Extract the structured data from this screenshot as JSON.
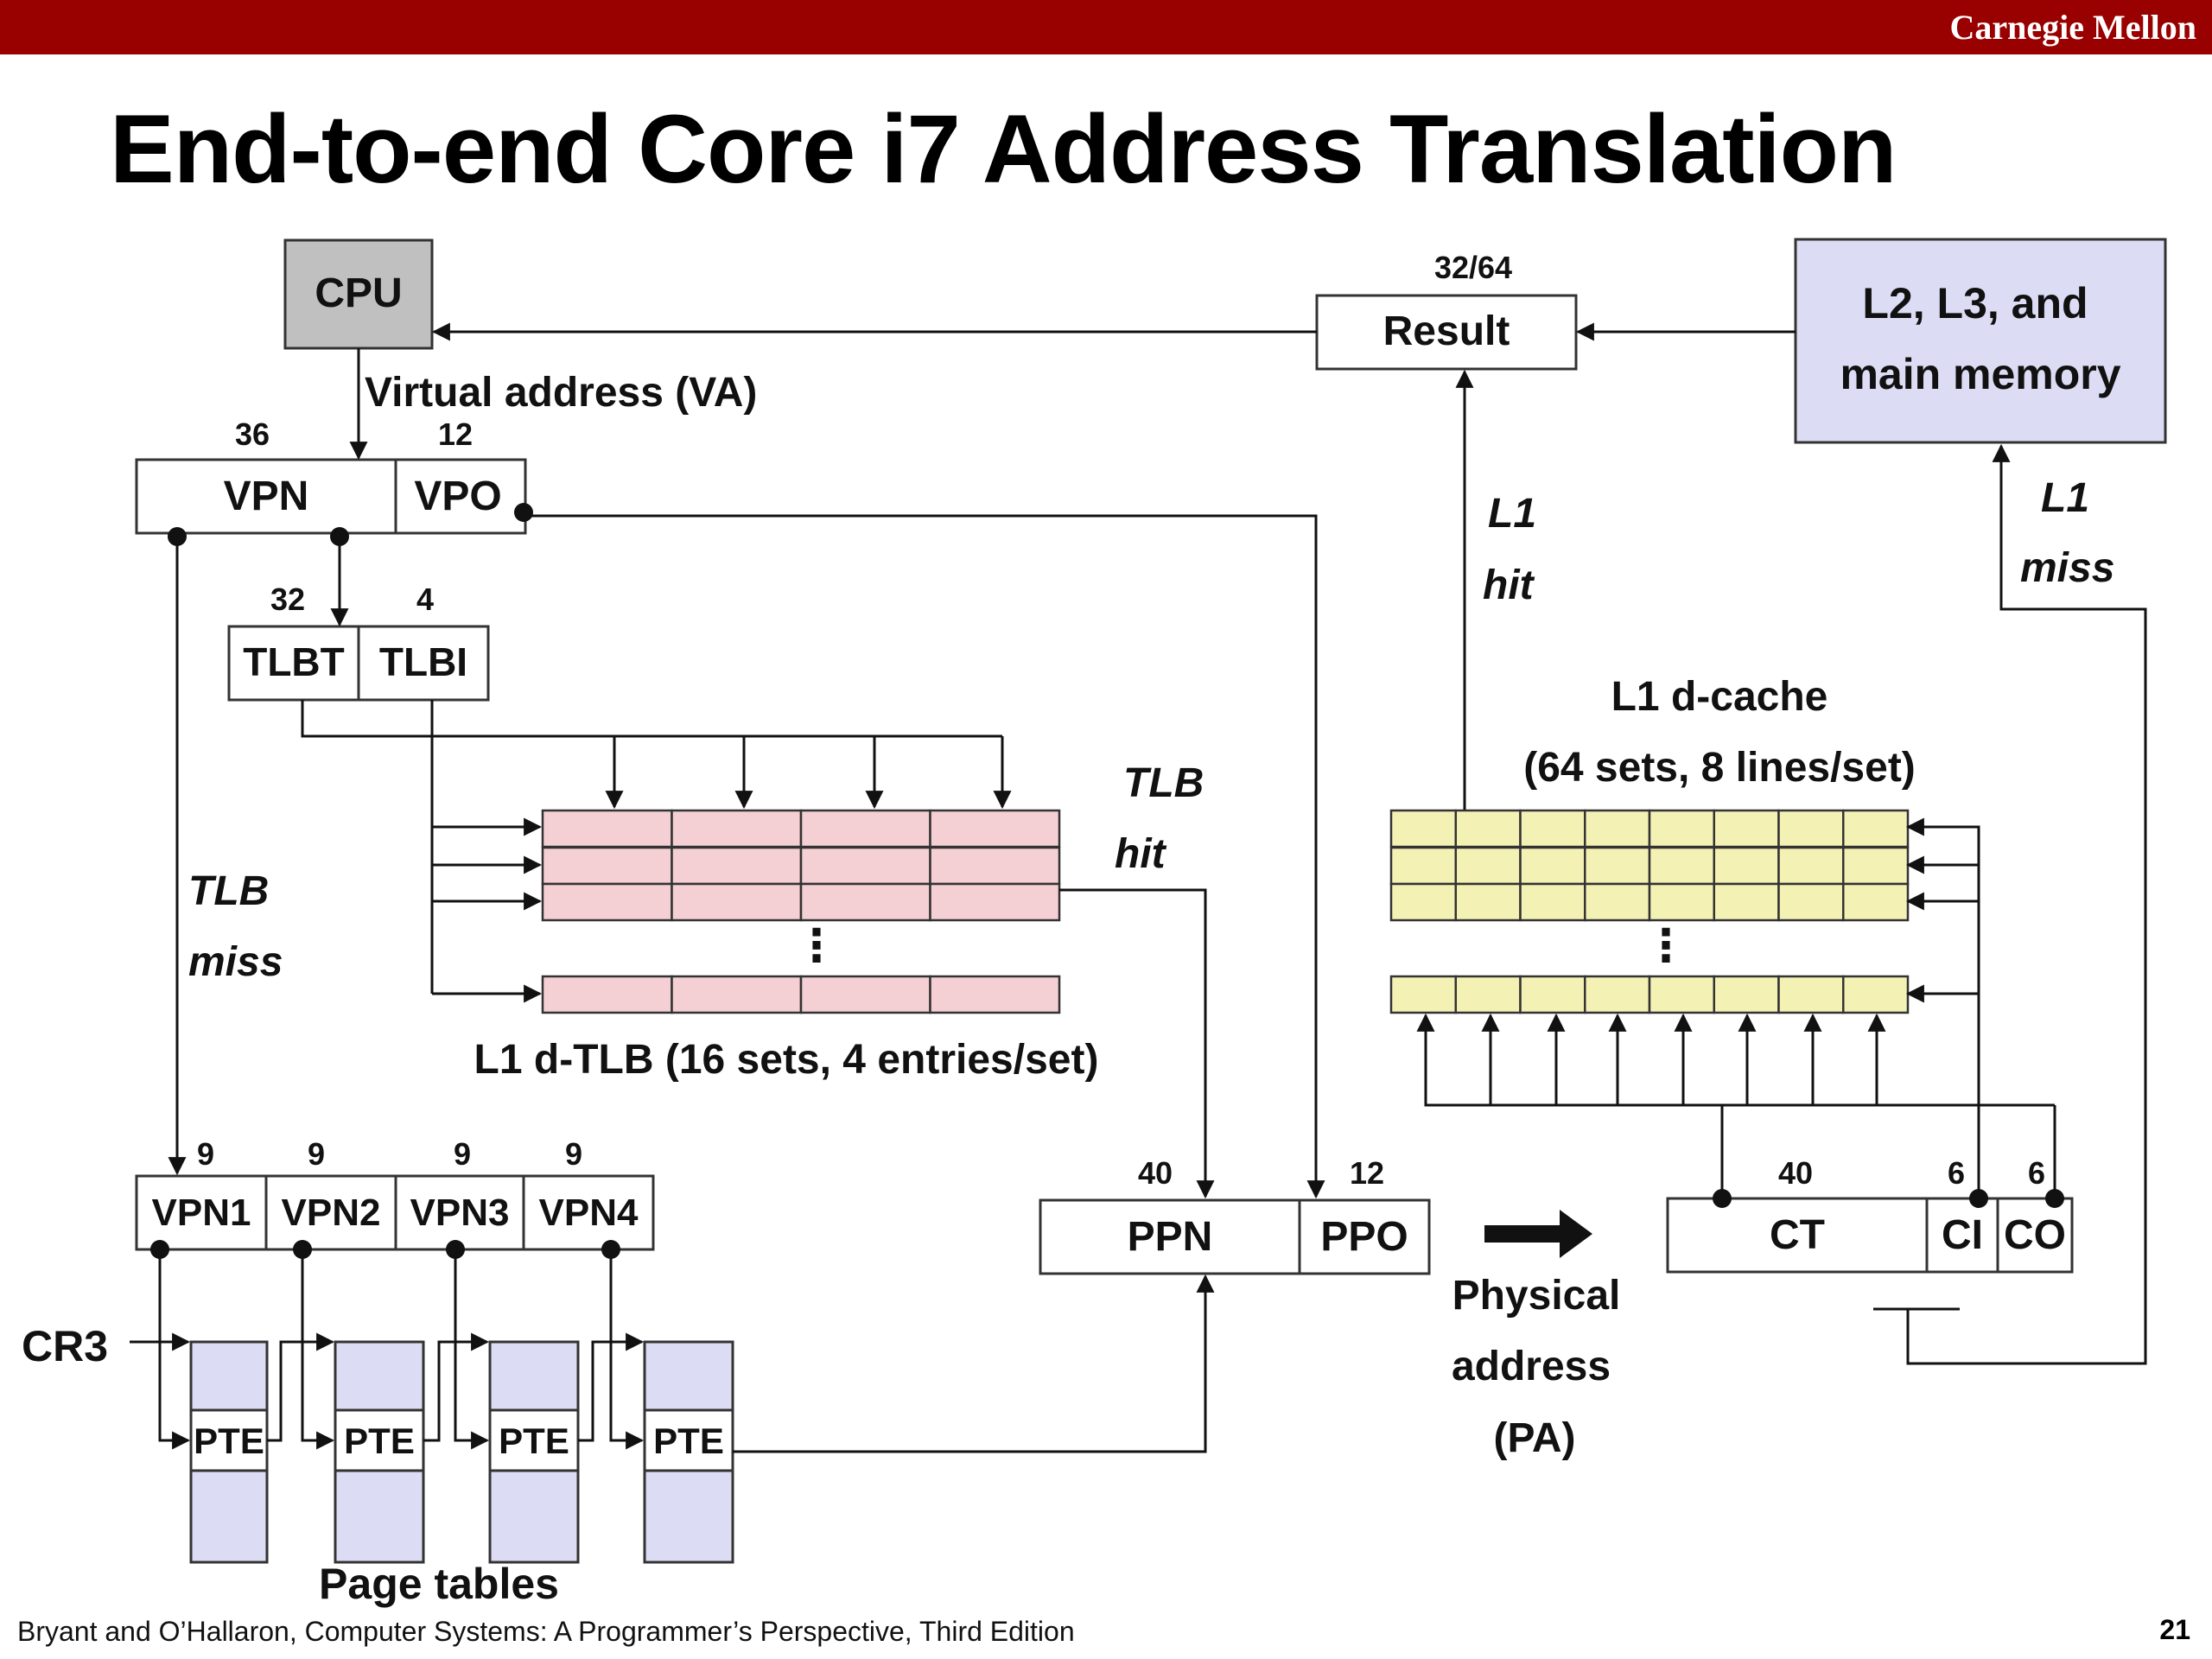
{
  "header": {
    "brand": "Carnegie Mellon"
  },
  "slide": {
    "title": "End-to-end Core i7 Address Translation",
    "page_number": "21"
  },
  "footer": {
    "citation": "Bryant and O’Hallaron, Computer Systems: A Programmer’s Perspective, Third Edition"
  },
  "diagram": {
    "cpu": "CPU",
    "va_label": "Virtual address (VA)",
    "va": {
      "vpn": "VPN",
      "vpo": "VPO",
      "vpn_bits": "36",
      "vpo_bits": "12"
    },
    "tlb_index": {
      "tlbt": "TLBT",
      "tlbi": "TLBI",
      "tlbt_bits": "32",
      "tlbi_bits": "4"
    },
    "tlb_hit": [
      "TLB",
      "hit"
    ],
    "tlb_miss": [
      "TLB",
      "miss"
    ],
    "tlb_caption": "L1 d-TLB (16 sets, 4 entries/set)",
    "vpn_parts": [
      "VPN1",
      "VPN2",
      "VPN3",
      "VPN4"
    ],
    "vpn_part_bits": [
      "9",
      "9",
      "9",
      "9"
    ],
    "cr3": "CR3",
    "pte": "PTE",
    "page_tables": "Page tables",
    "pa": {
      "ppn": "PPN",
      "ppo": "PPO",
      "ppn_bits": "40",
      "ppo_bits": "12"
    },
    "physical_address": [
      "Physical",
      "address",
      "(PA)"
    ],
    "cache_addr": {
      "ct": "CT",
      "ci": "CI",
      "co": "CO",
      "ct_bits": "40",
      "ci_bits": "6",
      "co_bits": "6"
    },
    "cache_caption": [
      "L1 d-cache",
      "(64 sets, 8 lines/set)"
    ],
    "l1_hit": [
      "L1",
      "hit"
    ],
    "l1_miss": [
      "L1",
      "miss"
    ],
    "result": "Result",
    "result_bits": "32/64",
    "memory": [
      "L2, L3, and",
      "main memory"
    ],
    "ellipsis": "⋮",
    "colors": {
      "header_red": "#990000",
      "tlb_fill": "#f4cfd3",
      "cache_fill": "#f4f1b4",
      "memory_fill": "#dcdcf4",
      "cpu_fill": "#c0c0c0",
      "pte_fill": "#dcdcf4"
    }
  }
}
